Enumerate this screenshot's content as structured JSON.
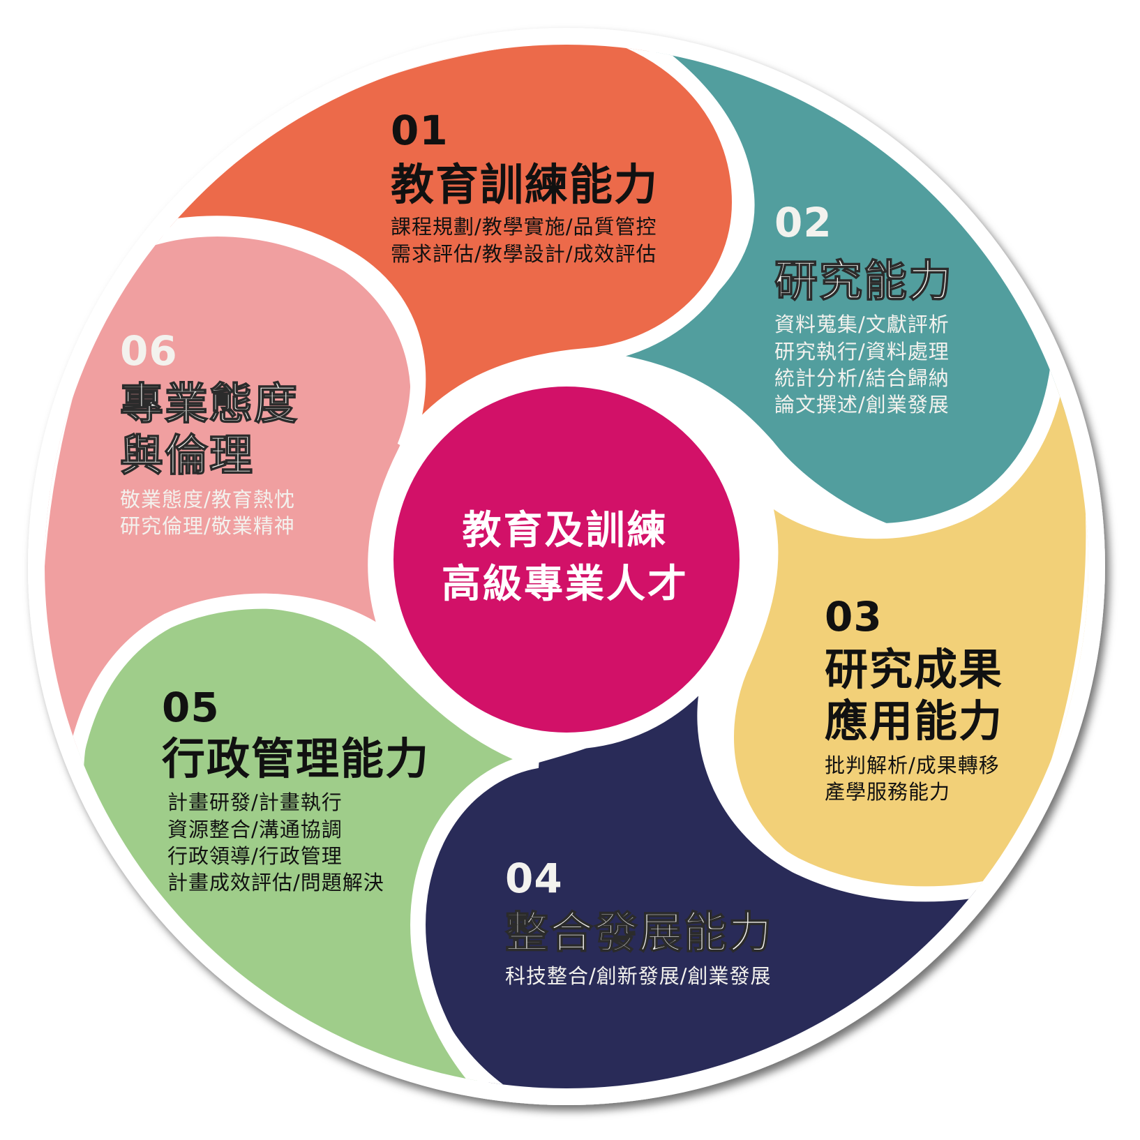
{
  "diagram": {
    "center": {
      "line1": "教育及訓練",
      "line2": "高級專業人才",
      "color": "#d21168"
    },
    "segments": [
      {
        "number": "01",
        "title_lines": [
          "教育訓練能力"
        ],
        "items": [
          "課程規劃/教學實施/品質管控",
          "需求評估/教學設計/成效評估"
        ],
        "color": "#ec6a4a",
        "text_color": "#111111"
      },
      {
        "number": "02",
        "title_lines": [
          "研究能力"
        ],
        "items": [
          "資料蒐集/文獻評析",
          "研究執行/資料處理",
          "統計分析/結合歸納",
          "論文撰述/創業發展"
        ],
        "color": "#529e9e",
        "text_color": "#f3f2ee"
      },
      {
        "number": "03",
        "title_lines": [
          "研究成果",
          "應用能力"
        ],
        "items": [
          "批判解析/成果轉移",
          "產學服務能力"
        ],
        "color": "#f2d078",
        "text_color": "#111111"
      },
      {
        "number": "04",
        "title_lines": [
          "整合發展能力"
        ],
        "items": [
          "科技整合/創新發展/創業發展"
        ],
        "color": "#292b58",
        "text_color": "#f3f2ee"
      },
      {
        "number": "05",
        "title_lines": [
          "行政管理能力"
        ],
        "items": [
          "計畫研發/計畫執行",
          "資源整合/溝通協調",
          "行政領導/行政管理",
          "計畫成效評估/問題解決"
        ],
        "color": "#9fcd8a",
        "text_color": "#111111"
      },
      {
        "number": "06",
        "title_lines": [
          "專業態度",
          "與倫理"
        ],
        "items": [
          "敬業態度/教育熱忱",
          "研究倫理/敬業精神"
        ],
        "color": "#f09fa0",
        "text_color": "#f3f2ee"
      }
    ],
    "ring_color": "#ffffff"
  }
}
